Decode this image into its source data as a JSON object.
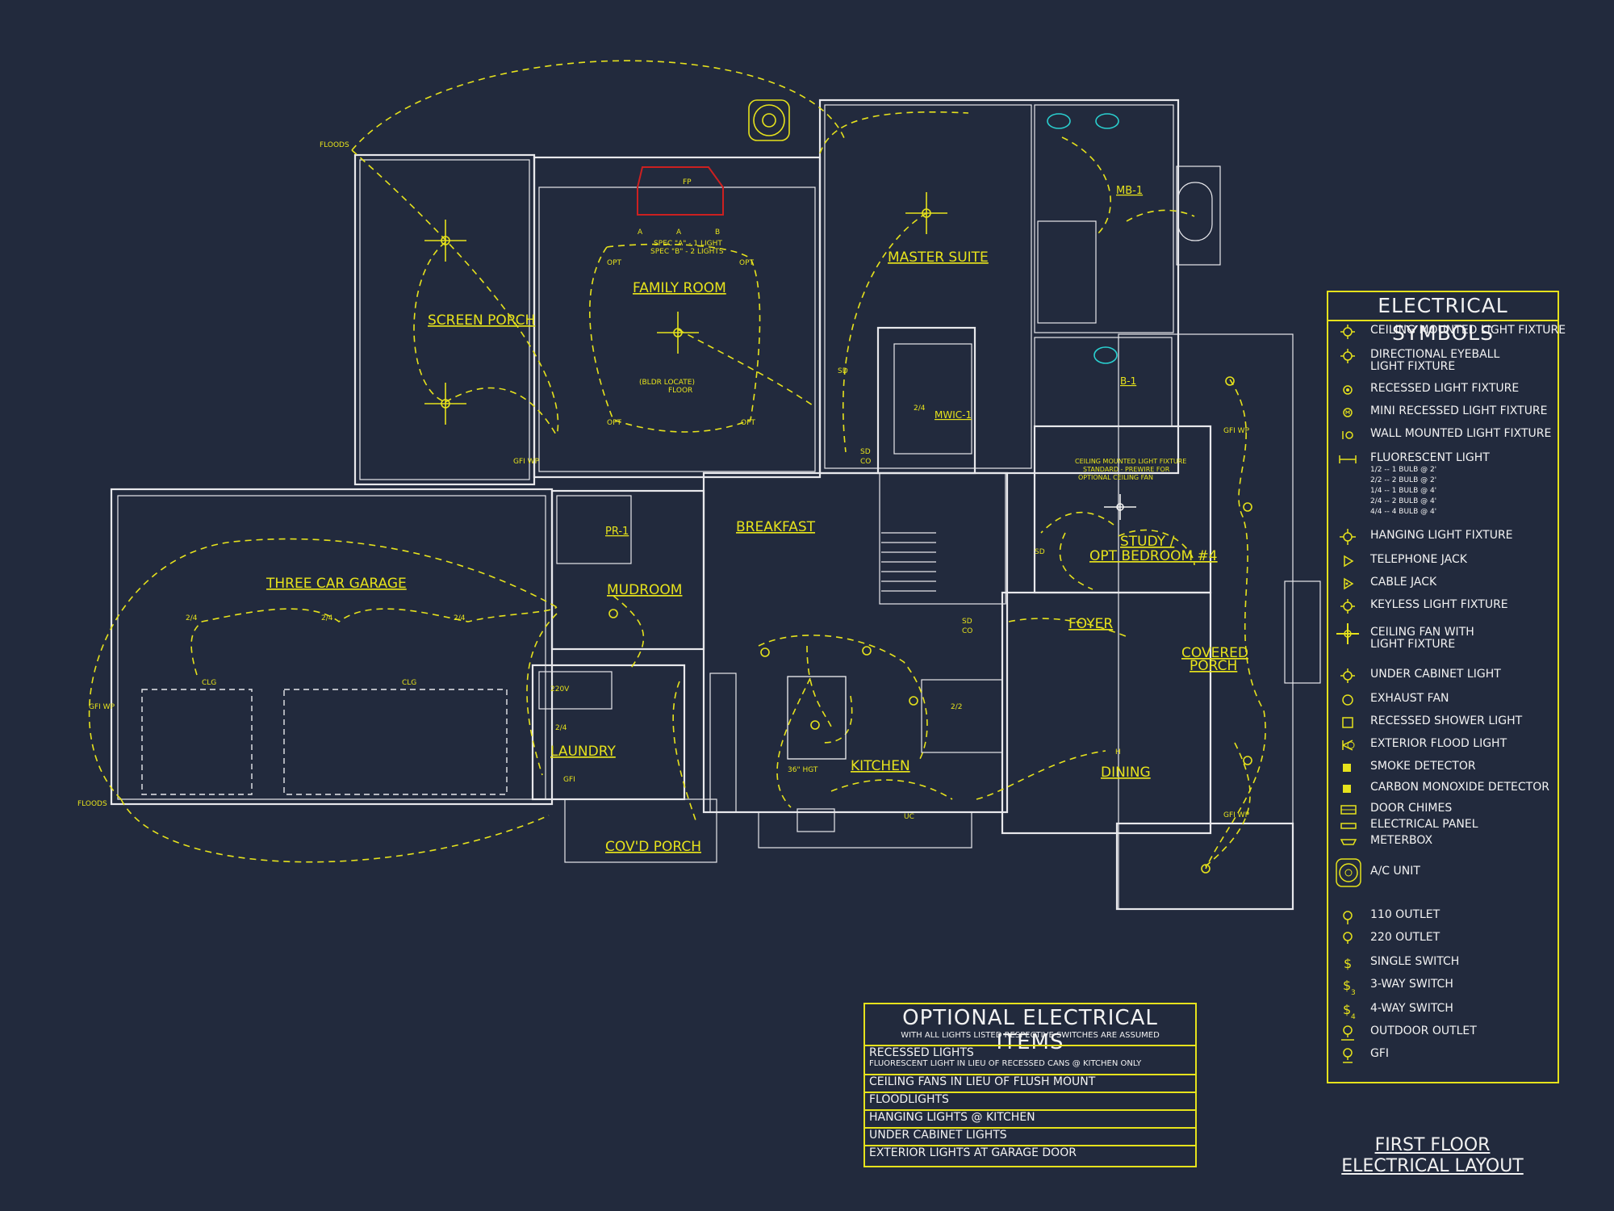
{
  "colors": {
    "background": "#222a3d",
    "wiring": "#e6e21c",
    "walls": "#e8e8ec",
    "fireplace": "#cc2020",
    "fixture_highlight": "#2ad0d0"
  },
  "rooms": {
    "screen_porch": "SCREEN PORCH",
    "family_room": "FAMILY ROOM",
    "master_suite": "MASTER SUITE",
    "mb1": "MB-1",
    "b1": "B-1",
    "mwic1": "MWIC-1",
    "pr1": "PR-1",
    "breakfast": "BREAKFAST",
    "three_car_garage": "THREE CAR GARAGE",
    "mudroom": "MUDROOM",
    "laundry": "LAUNDRY",
    "kitchen": "KITCHEN",
    "dining": "DINING",
    "foyer": "FOYER",
    "covered_porch_1": "COVERED",
    "covered_porch_2": "PORCH",
    "study_1": "STUDY /",
    "study_2": "OPT BEDROOM #4",
    "covd_porch": "COV'D PORCH"
  },
  "notes": {
    "floods_top": "FLOODS",
    "floods_bottom": "FLOODS",
    "fp": "FP",
    "spec_a": "SPEC \"A\" - 1 LIGHT",
    "spec_b": "SPEC \"B\" - 2 LIGHTS",
    "bldr_locate": "(BLDR LOCATE)",
    "floor": "FLOOR",
    "opt": "OPT",
    "gfi_wp": "GFI WP",
    "gfi": "GFI",
    "sd": "SD",
    "co": "CO",
    "clg": "CLG",
    "v220": "220V",
    "hgt": "36\" HGT",
    "fl24": "2/4",
    "fl22": "2/2",
    "ceil_note_1": "CEILING MOUNTED LIGHT FIXTURE",
    "ceil_note_2": "STANDARD - PREWIRE FOR",
    "ceil_note_3": "OPTIONAL CEILING FAN",
    "a": "A",
    "b": "B",
    "h": "H",
    "uc": "UC"
  },
  "legend": {
    "title": "ELECTRICAL SYMBOLS",
    "items": [
      {
        "label": "CEILING MOUNTED LIGHT FIXTURE",
        "icon": "ceiling-light"
      },
      {
        "label": "DIRECTIONAL EYEBALL",
        "label2": "LIGHT FIXTURE",
        "icon": "eyeball-light"
      },
      {
        "label": "RECESSED LIGHT FIXTURE",
        "icon": "recessed-light"
      },
      {
        "label": "MINI RECESSED LIGHT FIXTURE",
        "icon": "mini-recessed-light"
      },
      {
        "label": "WALL MOUNTED LIGHT FIXTURE",
        "icon": "wall-light"
      },
      {
        "label": "FLUORESCENT LIGHT",
        "icon": "fluorescent-light"
      },
      {
        "label": "HANGING LIGHT FIXTURE",
        "icon": "hanging-light"
      },
      {
        "label": "TELEPHONE JACK",
        "icon": "telephone-jack"
      },
      {
        "label": "CABLE JACK",
        "icon": "cable-jack"
      },
      {
        "label": "KEYLESS LIGHT FIXTURE",
        "icon": "keyless-light"
      },
      {
        "label": "CEILING FAN WITH",
        "label2": "LIGHT FIXTURE",
        "icon": "ceiling-fan"
      },
      {
        "label": "UNDER CABINET LIGHT",
        "icon": "under-cabinet-light"
      },
      {
        "label": "EXHAUST FAN",
        "icon": "exhaust-fan"
      },
      {
        "label": "RECESSED SHOWER LIGHT",
        "icon": "shower-light"
      },
      {
        "label": "EXTERIOR FLOOD LIGHT",
        "icon": "flood-light"
      },
      {
        "label": "SMOKE DETECTOR",
        "icon": "smoke-detector"
      },
      {
        "label": "CARBON MONOXIDE DETECTOR",
        "icon": "co-detector"
      },
      {
        "label": "DOOR CHIMES",
        "icon": "door-chimes"
      },
      {
        "label": "ELECTRICAL PANEL",
        "icon": "electrical-panel"
      },
      {
        "label": "METERBOX",
        "icon": "meterbox"
      },
      {
        "label": "A/C UNIT",
        "icon": "ac-unit"
      },
      {
        "label": "110 OUTLET",
        "icon": "outlet-110"
      },
      {
        "label": "220 OUTLET",
        "icon": "outlet-220"
      },
      {
        "label": "SINGLE SWITCH",
        "icon": "single-switch"
      },
      {
        "label": "3-WAY SWITCH",
        "icon": "three-way-switch"
      },
      {
        "label": "4-WAY SWITCH",
        "icon": "four-way-switch"
      },
      {
        "label": "OUTDOOR OUTLET",
        "icon": "outdoor-outlet"
      },
      {
        "label": "GFI",
        "icon": "gfi-outlet"
      }
    ],
    "fluorescent_notes": [
      "1/2 -- 1 BULB @ 2'",
      "2/2 -- 2 BULB @ 2'",
      "1/4 -- 1 BULB @ 4'",
      "2/4 -- 2 BULB @ 4'",
      "4/4 -- 4 BULB @ 4'"
    ]
  },
  "optional": {
    "title": "OPTIONAL ELECTRICAL ITEMS",
    "subtitle": "WITH ALL LIGHTS LISTED RESPECTIVE SWITCHES ARE ASSUMED",
    "rows": [
      {
        "label": "RECESSED LIGHTS",
        "sub": "FLUORESCENT LIGHT IN LIEU OF RECESSED CANS @ KITCHEN ONLY"
      },
      {
        "label": "CEILING FANS IN LIEU OF FLUSH MOUNT"
      },
      {
        "label": "FLOODLIGHTS"
      },
      {
        "label": "HANGING LIGHTS @ KITCHEN"
      },
      {
        "label": "UNDER CABINET LIGHTS"
      },
      {
        "label": "EXTERIOR LIGHTS AT GARAGE DOOR"
      }
    ]
  },
  "sheet_title": {
    "line1": "FIRST FLOOR",
    "line2": "ELECTRICAL LAYOUT"
  }
}
